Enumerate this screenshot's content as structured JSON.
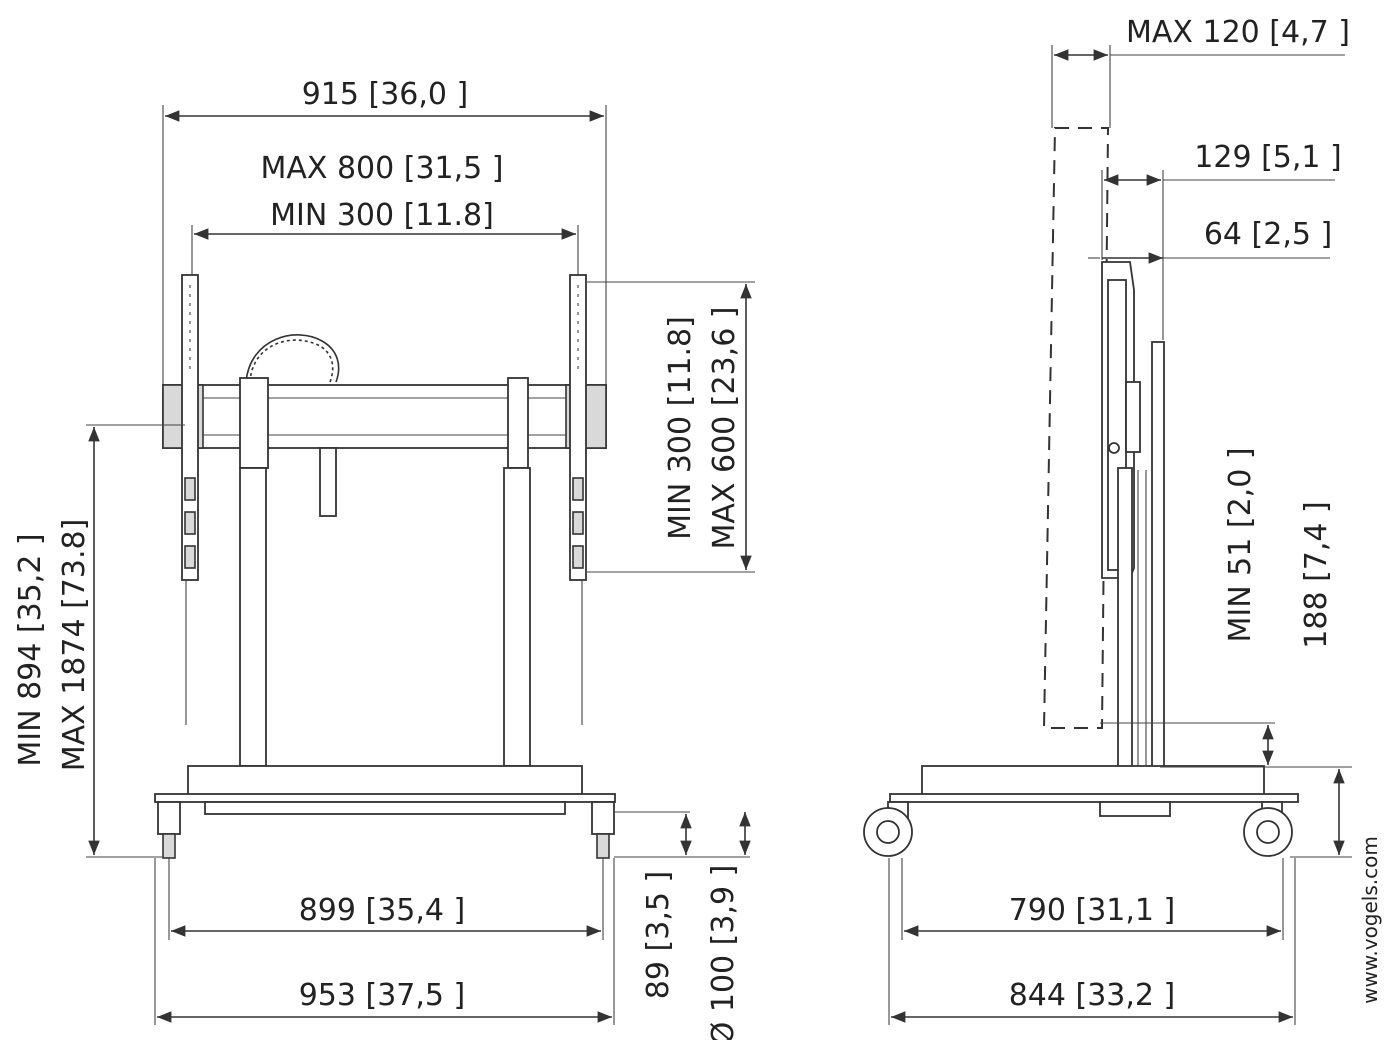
{
  "front_view": {
    "overall_width": "915 [36,0 ]",
    "max_mount_width": "MAX 800 [31,5 ]",
    "min_mount_width": "MIN 300 [11.8]",
    "mount_height_min": "MIN 300 [11.8]",
    "mount_height_max": "MAX 600 [23,6 ]",
    "height_min": "MIN 894 [35,2 ]",
    "height_max": "MAX 1874 [73.8]",
    "base_inner_width": "899 [35,4 ]",
    "base_outer_width": "953 [37,5 ]",
    "base_height": "89 [3,5 ]",
    "wheel_diameter": "Ø 100 [3,9 ]"
  },
  "side_view": {
    "max_tilt": "MAX 120 [4,7 ]",
    "depth_129": "129 [5,1 ]",
    "depth_64": "64 [2,5 ]",
    "min_clearance": "MIN 51 [2,0 ]",
    "height_188": "188 [7,4 ]",
    "base_inner_depth": "790 [31,1 ]",
    "base_outer_depth": "844 [33,2 ]"
  },
  "website": "www.vogels.com"
}
